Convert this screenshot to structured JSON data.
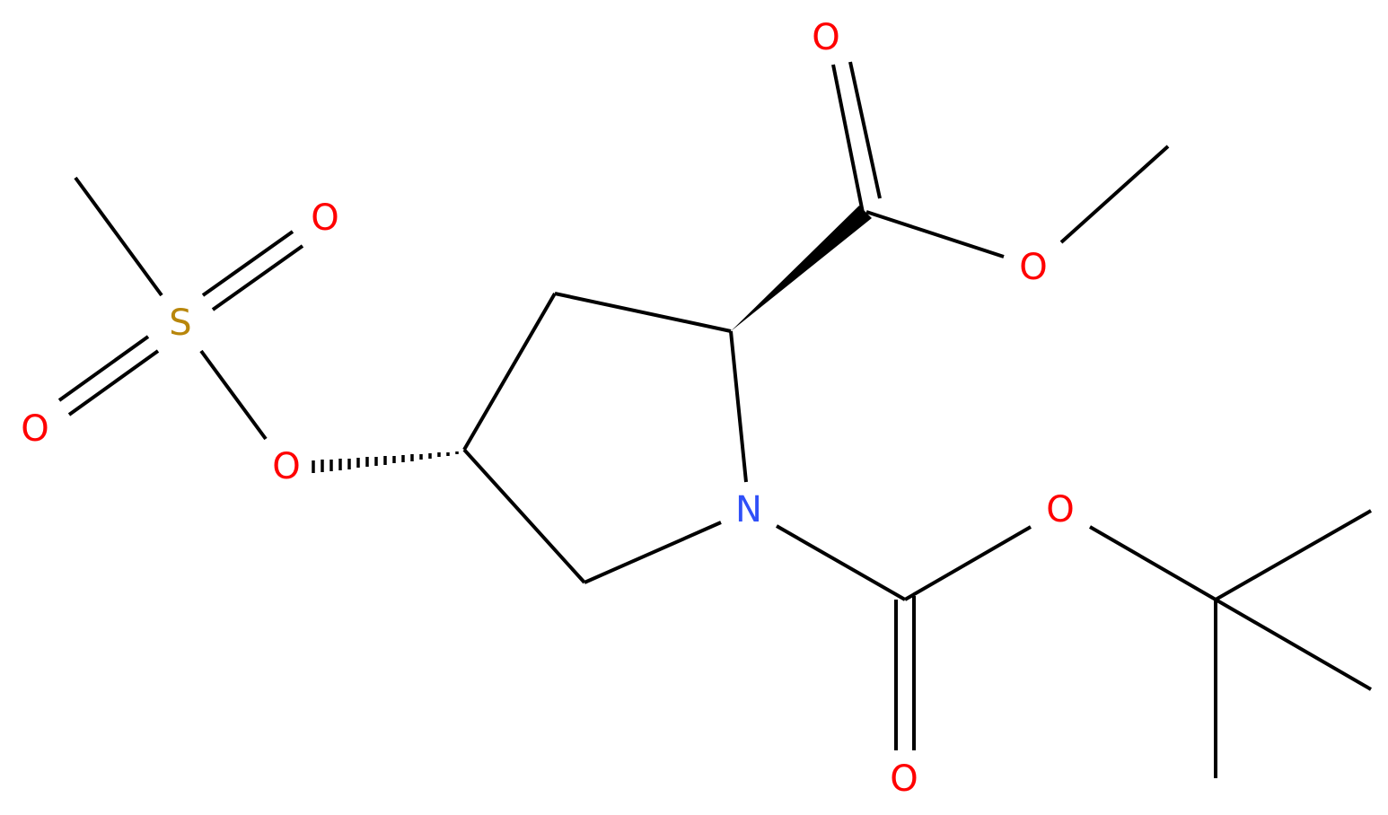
{
  "colors": {
    "bond": "#000000",
    "O": "#ff0000",
    "N": "#3050f8",
    "S": "#b8860b",
    "background": "#ffffff"
  },
  "atoms": {
    "o_carbonyl_top": "O",
    "o_methoxy": "O",
    "o_sulfonyl_top": "O",
    "s_sulfonyl": "S",
    "o_sulfonyl_left": "O",
    "o_mesylate": "O",
    "n_ring": "N",
    "o_boc_ether": "O",
    "o_boc_carbonyl": "O"
  }
}
